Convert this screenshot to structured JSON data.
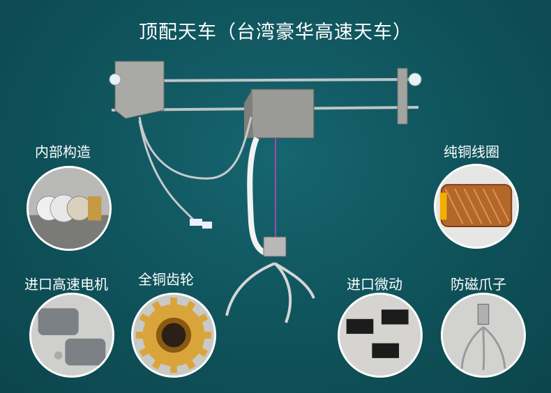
{
  "title": "顶配天车（台湾豪华高速天车）",
  "features": {
    "internal_structure": "内部构造",
    "pure_copper_coil": "纯铜线圈",
    "imported_motor": "进口高速电机",
    "copper_gear": "全铜齿轮",
    "imported_microswitch": "进口微动",
    "anti_magnetic_claw": "防磁爪子"
  },
  "icons": {
    "crane": "overhead-crane-icon",
    "structure": "gear-rollers-icon",
    "coil": "copper-coil-icon",
    "motor": "motor-icon",
    "gear": "gear-icon",
    "switch": "microswitch-icon",
    "claw": "claw-icon"
  },
  "colors": {
    "background": "#0f4f57",
    "text": "#ffffff",
    "copper": "#c8782a",
    "brass": "#d9a53a"
  }
}
